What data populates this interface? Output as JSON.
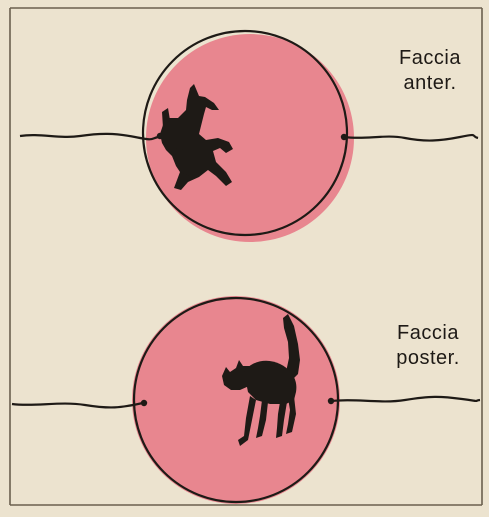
{
  "figure": {
    "front_face": {
      "label_line1": "Faccia",
      "label_line2": "anter.",
      "figure_icon": "dog-silhouette-icon"
    },
    "back_face": {
      "label_line1": "Faccia",
      "label_line2": "poster.",
      "figure_icon": "cat-silhouette-icon"
    },
    "colors": {
      "paper": "#ece3cf",
      "disc_fill": "#e8868f",
      "ink": "#1e1a16"
    }
  }
}
